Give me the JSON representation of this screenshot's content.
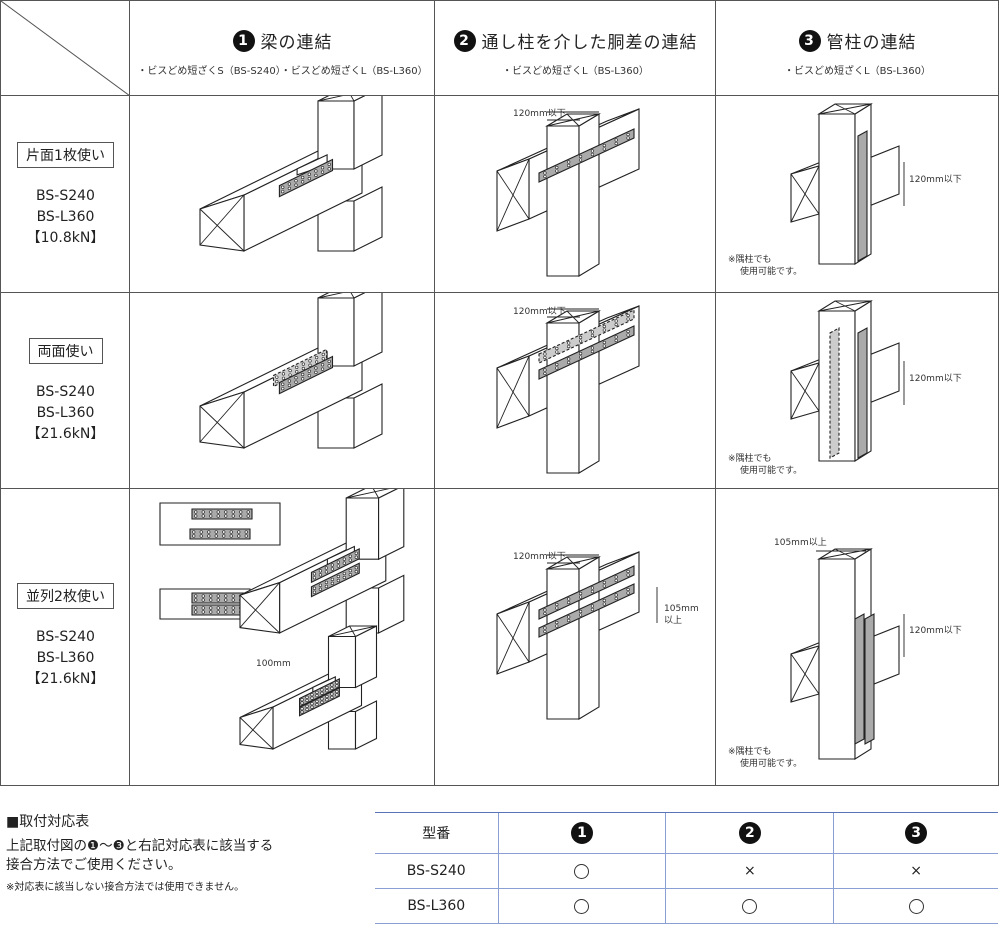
{
  "columns": [
    {
      "num": "1",
      "title": "梁の連結",
      "sub": "・ビスどめ短ざくS（BS-S240）・ビスどめ短ざくL（BS-L360）"
    },
    {
      "num": "2",
      "title": "通し柱を介した胴差の連結",
      "sub": "・ビスどめ短ざくL（BS-L360）"
    },
    {
      "num": "3",
      "title": "管柱の連結",
      "sub": "・ビスどめ短ざくL（BS-L360）"
    }
  ],
  "rows": [
    {
      "label": "片面1枚使い",
      "models": [
        "BS-S240",
        "BS-L360"
      ],
      "strength": "【10.8kN】"
    },
    {
      "label": "両面使い",
      "models": [
        "BS-S240",
        "BS-L360"
      ],
      "strength": "【21.6kN】"
    },
    {
      "label": "並列2枚使い",
      "models": [
        "BS-S240",
        "BS-L360"
      ],
      "strength": "【21.6kN】"
    }
  ],
  "annotations": {
    "max120": "120mm以下",
    "min105": "105mm以上",
    "min105_split": [
      "105mm",
      "以上"
    ],
    "dim100": "100mm",
    "corner_note": [
      "※隅柱でも",
      "使用可能です。"
    ]
  },
  "footer": {
    "title": "■取付対応表",
    "body": [
      "上記取付図の❶～❸と右記対応表に該当する",
      "接合方法でご使用ください。"
    ],
    "note": "※対応表に該当しない接合方法では使用できません。"
  },
  "compat_table": {
    "header": [
      "型番",
      "1",
      "2",
      "3"
    ],
    "rows": [
      {
        "model": "BS-S240",
        "values": [
          "○",
          "×",
          "×"
        ]
      },
      {
        "model": "BS-L360",
        "values": [
          "○",
          "○",
          "○"
        ]
      }
    ]
  }
}
